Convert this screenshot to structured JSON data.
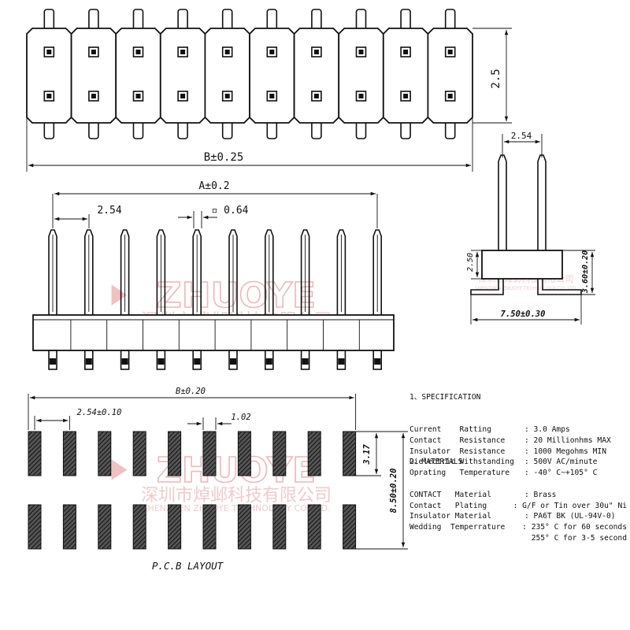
{
  "watermark": {
    "brand": "ZHUOYE",
    "brand_small": "ZHUOYE",
    "cn": "深圳市焯邺科技有限公司",
    "en": "SHENZHEN ZHUOYE TECHNOLOGY CO.,LTD.",
    "reg": "R",
    "color": "#e9a7a7"
  },
  "top_view": {
    "pin_count": 10,
    "width_label": "B±0.25",
    "height_label": "2.5"
  },
  "front_view": {
    "pin_count": 10,
    "span_label": "A±0.2",
    "pitch_label": "2.54",
    "pin_label": "▫ 0.64"
  },
  "side_view": {
    "pitch_label": "2.54",
    "height_label": "2.50",
    "offset_label": "3.60±0.20",
    "length_label": "7.50±0.30"
  },
  "pcb": {
    "pad_count": 10,
    "span_label": "B±0.20",
    "pitch_label": "2.54±0.10",
    "pad_width_label": "1.02",
    "pad_height_label": "3.17",
    "row_span_label": "8.50±0.20",
    "caption": "P.C.B  LAYOUT"
  },
  "spec": {
    "heading1": "1、SPECIFICATION",
    "rows1": [
      {
        "k": "Current    Ratting",
        "v": ": 3.0 Amps"
      },
      {
        "k": "Contact    Resistance",
        "v": ": 20 Millionhms MAX"
      },
      {
        "k": "Insulator  Resistance",
        "v": ": 1000 Megohms MIN"
      },
      {
        "k": "Dielectric Withstanding",
        "v": ": 500V AC/minute"
      },
      {
        "k": "Oprating   Temperature",
        "v": ": -40° C~+105° C"
      }
    ],
    "heading2": "2、MATERIALS",
    "rows2": [
      {
        "k": "CONTACT   Material",
        "v": ": Brass"
      },
      {
        "k": "Contact   Plating",
        "v": ": G/F or Tin over 30u\" Ni"
      },
      {
        "k": "Insulator Material",
        "v": ": PA6T BK (UL-94V-0)"
      },
      {
        "k": "Wedding  Temperrature",
        "v": ": 235° C for 60 seconds"
      },
      {
        "k": "",
        "v": "  255° C for 3-5 second"
      }
    ]
  }
}
